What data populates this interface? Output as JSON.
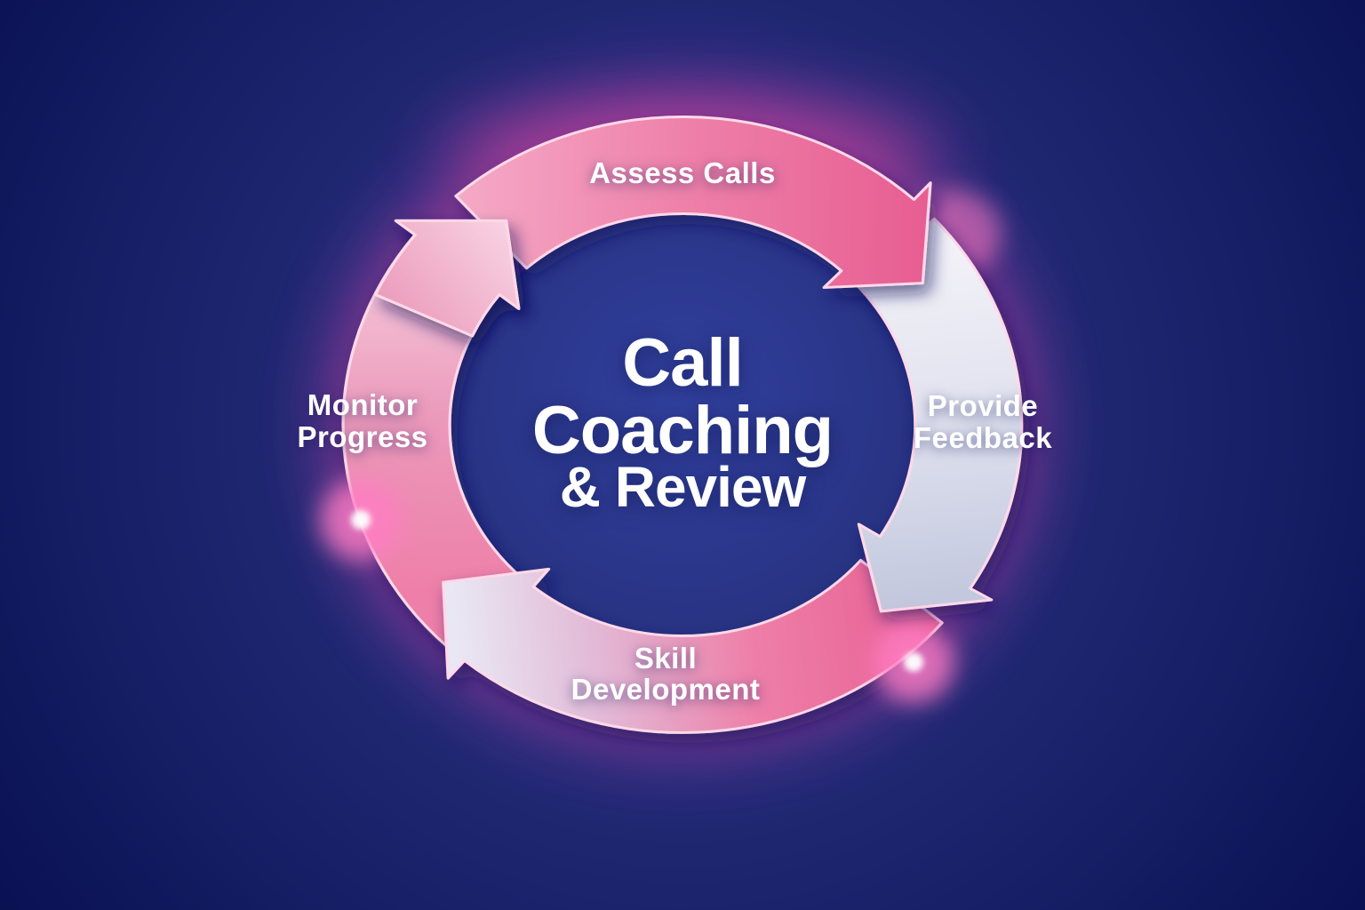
{
  "diagram": {
    "type": "cycle",
    "flow_direction": "clockwise",
    "center_title": {
      "line1": "Call",
      "line2": "Coaching",
      "line3": "& Review"
    },
    "steps": [
      {
        "label": "Assess Calls",
        "line1": "Assess Calls",
        "line2": "",
        "position": "top"
      },
      {
        "label": "Provide Feedback",
        "line1": "Provide",
        "line2": "Feedback",
        "position": "right"
      },
      {
        "label": "Skill Development",
        "line1": "Skill",
        "line2": "Development",
        "position": "bottom"
      },
      {
        "label": "Monitor Progress",
        "line1": "Monitor",
        "line2": "Progress",
        "position": "left"
      }
    ],
    "colors": {
      "bg_center": "#2b3588",
      "bg_ring": "#322f88",
      "bg_mid": "#1f2771",
      "bg_outer": "#0a1254",
      "disc_center": "#31409e",
      "disc_edge": "#27317f",
      "pink_deep": "#e75e92",
      "pink_mid": "#ee7fa8",
      "pink_soft": "#eb9abb",
      "pink_light": "#f5aac6",
      "pink_pale": "#f8d3e2",
      "lavender_pink": "#e2b9d6",
      "white_lavender": "#e9e7f3",
      "white_bright": "#f7f5fa",
      "lavender_mid": "#dfe1ee",
      "lavender_deep": "#c3c8de",
      "rim_light": "#ffd9e9",
      "glow_magenta": "#e0459f",
      "flare_pink": "#ff7dc4",
      "flare_core": "#ffffff",
      "shadow_navy": "#10175c",
      "text": "#ffffff"
    }
  }
}
